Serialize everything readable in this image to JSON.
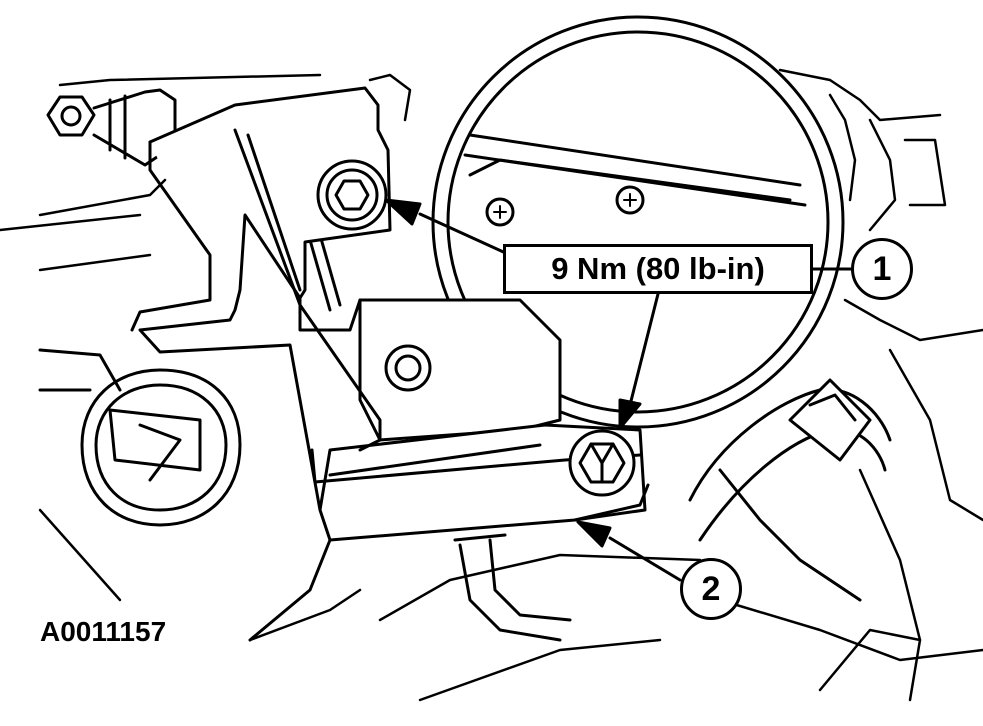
{
  "torque_spec": "9 Nm (80 lb-in)",
  "callouts": [
    "1",
    "2"
  ],
  "figure_id": "A0011157",
  "colors": {
    "line": "#000000",
    "background": "#ffffff"
  }
}
